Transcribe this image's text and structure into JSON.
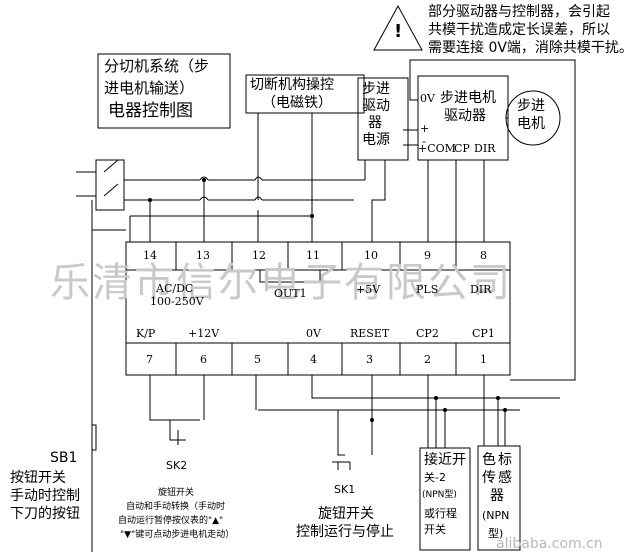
{
  "title": {
    "line1": "分切机系统（步",
    "line2": "进电机输送）",
    "line3": "电器控制图"
  },
  "warning": {
    "symbol": "!",
    "line1": "部分驱动器与控制器，会引起",
    "line2": "共模干扰造成定长误差，所以",
    "line3": "需要连接 0V端，消除共模干扰。"
  },
  "cutter": {
    "line1": "切断机构操控",
    "line2": "（电磁铁）"
  },
  "power_supply": {
    "chars": [
      "步",
      "进",
      "驱",
      "动",
      "器",
      "电",
      "源"
    ]
  },
  "driver": {
    "ov": "0V",
    "title1": "步进电机",
    "title2": "驱动器",
    "plus": "+",
    "minus": "-",
    "com": "+COM",
    "cp": "CP",
    "dir": "DIR"
  },
  "motor": {
    "line1": "步进",
    "line2": "电机"
  },
  "controller": {
    "top_terminals": [
      "14",
      "13",
      "12",
      "11",
      "10",
      "9",
      "8"
    ],
    "bottom_terminals": [
      "7",
      "6",
      "5",
      "4",
      "3",
      "2",
      "1"
    ],
    "acdc": "AC/DC",
    "voltage": "100-250V",
    "out1": "OUT1",
    "plus5v": "+5V",
    "pls": "PLS",
    "dir": "DIR",
    "kp": "K/P",
    "plus12v": "+12V",
    "ov": "0V",
    "reset": "RESET",
    "cp2": "CP2",
    "cp1": "CP1"
  },
  "sb1": {
    "id": "SB1",
    "line1": "按钮开关",
    "line2": "手动时控制",
    "line3": "下刀的按钮"
  },
  "sk2": {
    "id": "SK2",
    "line1": "旋钮开关",
    "line2": "自动和手动转换（手动时",
    "line3": "自动运行暂停按仪表的\"▲\"",
    "line4": "\"▼\"键可点动步进电机走动）"
  },
  "sk1": {
    "id": "SK1",
    "line1": "旋钮开关",
    "line2": "控制运行与停止"
  },
  "proximity": {
    "chars": [
      "接",
      "近",
      "开"
    ],
    "line4": "关-2",
    "line5": "(NPN型)",
    "line6": "或行程",
    "line7": "开关"
  },
  "color_sensor": {
    "chars": [
      "色",
      "标",
      "传",
      "感",
      "器"
    ],
    "line6": "(NPN",
    "line7": "型)"
  },
  "watermark": "乐清市信尔电子有限公司",
  "alibaba": "alibaba.com.cn"
}
